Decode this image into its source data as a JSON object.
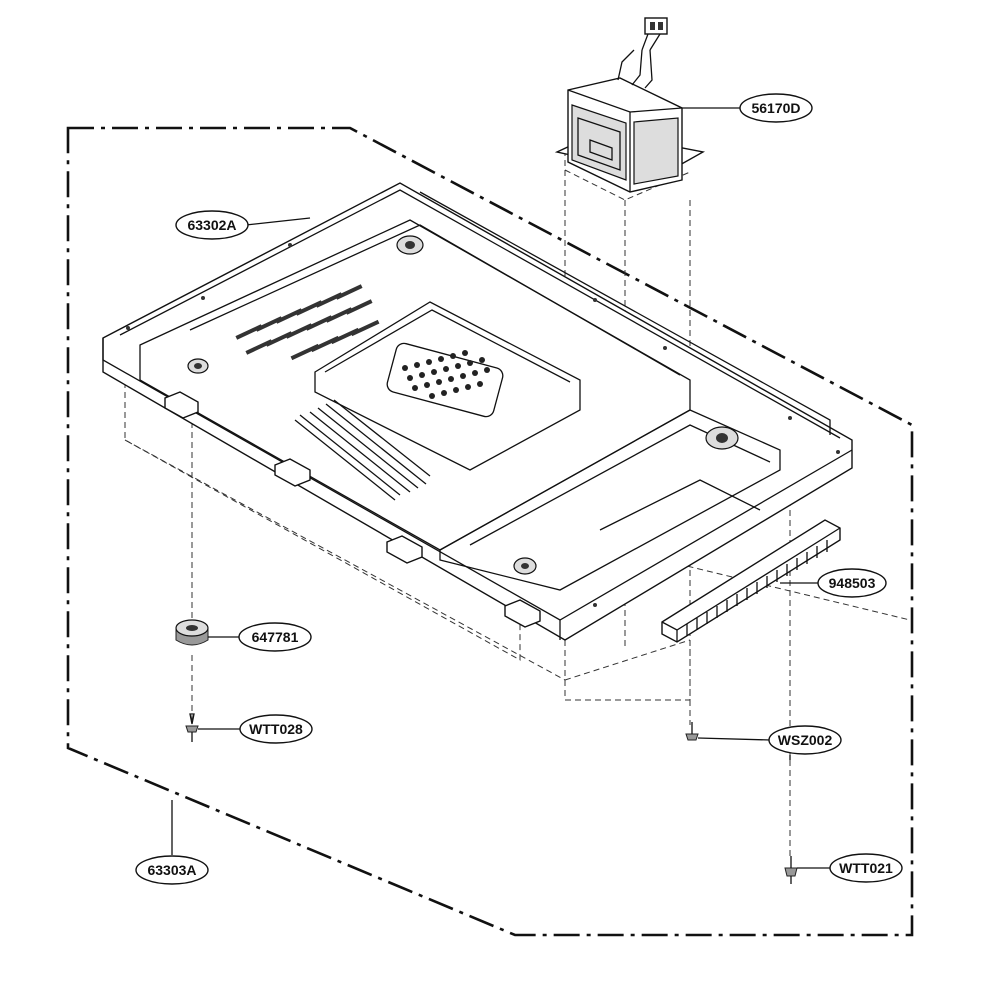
{
  "parts": {
    "transformer": "56170D",
    "base_plate": "63302A",
    "outer_assembly": "63303A",
    "foot": "647781",
    "foot_screw": "WTT028",
    "rail_strip": "948503",
    "transformer_screw": "WSZ002",
    "rear_screw": "WTT021"
  }
}
